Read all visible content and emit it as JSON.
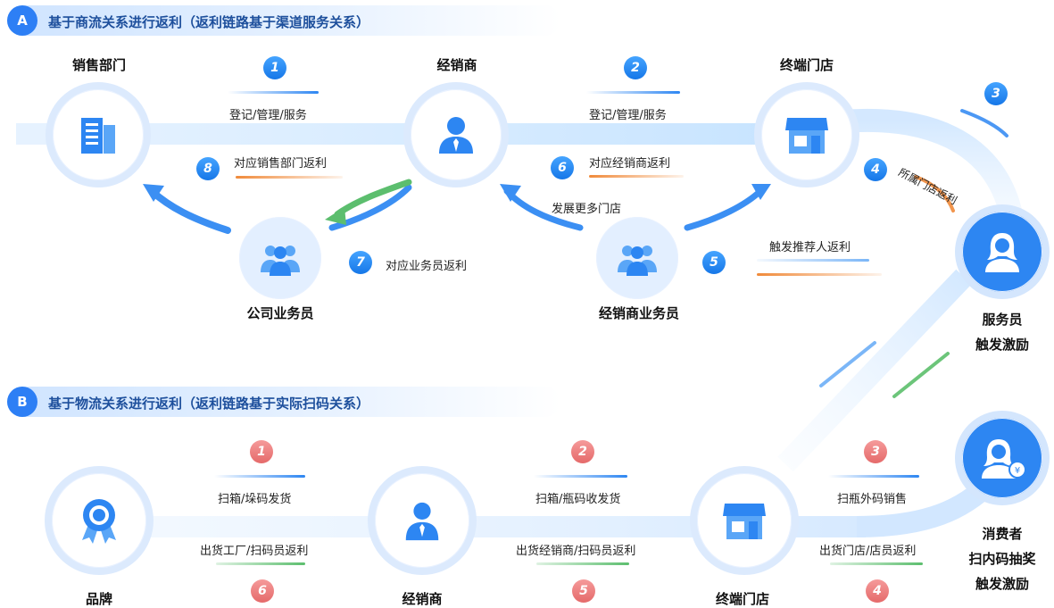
{
  "sections": {
    "a": {
      "letter": "A",
      "title": "基于商流关系进行返利（返利链路基于渠道服务关系）"
    },
    "b": {
      "letter": "B",
      "title": "基于物流关系进行返利（返利链路基于实际扫码关系）"
    }
  },
  "a_nodes": {
    "sales_dept": "销售部门",
    "distributor": "经销商",
    "terminal": "终端门店",
    "company_rep": "公司业务员",
    "distributor_rep": "经销商业务员",
    "service_line1": "服务员",
    "service_line2": "触发激励"
  },
  "a_edges": {
    "e1_num": "1",
    "e1_label": "登记/管理/服务",
    "e2_num": "2",
    "e2_label": "登记/管理/服务",
    "e3_num": "3",
    "e4_num": "4",
    "e4_label": "所属门店返利",
    "e5_num": "5",
    "e5_label": "触发推荐人返利",
    "e6_num": "6",
    "e6_label": "对应经销商返利",
    "e7_num": "7",
    "e7_label": "对应业务员返利",
    "e8_num": "8",
    "e8_label": "对应销售部门返利",
    "develop_label": "发展更多门店"
  },
  "b_nodes": {
    "brand": "品牌",
    "distributor": "经销商",
    "terminal": "终端门店",
    "consumer_line1": "消费者",
    "consumer_line2": "扫内码抽奖",
    "consumer_line3": "触发激励"
  },
  "b_edges": {
    "e1_num": "1",
    "e1_label": "扫箱/垛码发货",
    "e2_num": "2",
    "e2_label": "扫箱/瓶码收发货",
    "e3_num": "3",
    "e3_label": "扫瓶外码销售",
    "e4_num": "4",
    "e4_label": "出货门店/店员返利",
    "e5_num": "5",
    "e5_label": "出货经销商/扫码员返利",
    "e6_num": "6",
    "e6_label": "出货工厂/扫码员返利"
  },
  "colors": {
    "primary": "#2d86f2",
    "ring": "#dceafd",
    "orange": "#f08a3a",
    "green": "#5cbe6e",
    "red_badge": "#e56a6a"
  },
  "icons": {
    "sales_dept": "building-icon",
    "distributor": "person-tie-icon",
    "terminal": "store-icon",
    "company_rep": "group-icon",
    "distributor_rep": "group-icon",
    "service": "woman-icon",
    "brand": "award-ribbon-icon",
    "b_distributor": "person-tie-icon",
    "b_terminal": "store-icon",
    "consumer": "woman-yen-icon"
  }
}
